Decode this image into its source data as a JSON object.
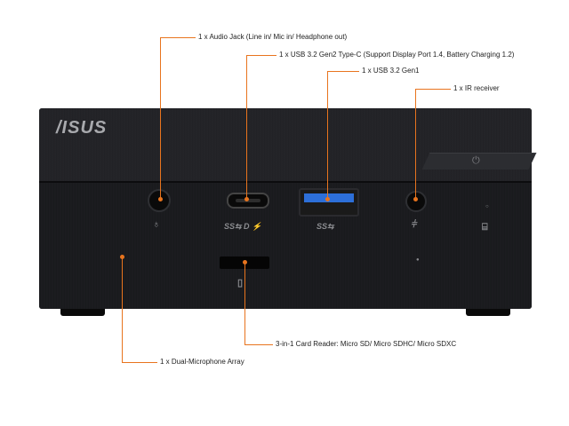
{
  "brand": "/ISUS",
  "colors": {
    "accent": "#e8741e",
    "usb_blue": "#2d6fd8",
    "chassis": "#1b1c1f"
  },
  "icons": {
    "power": "power-icon",
    "headphone": "headphone-mic-icon",
    "ss_usbc": "superspeed-usb-c-icon",
    "ss_usba": "superspeed-usb-icon",
    "ir": "ir-receiver-icon",
    "hdd": "storage-activity-icon",
    "card": "sd-card-icon"
  },
  "port_labels": {
    "usbc": "SS⇆ D ⚡",
    "usba": "SS⇆"
  },
  "callouts": {
    "audio": "1 x Audio Jack (Line in/ Mic in/ Headphone out)",
    "usbc": "1 x USB 3.2 Gen2 Type-C (Support Display Port 1.4, Battery Charging 1.2)",
    "usba": "1 x USB 3.2 Gen1",
    "ir": "1 x IR receiver",
    "card": "3-in-1 Card Reader: Micro SD/ Micro SDHC/ Micro SDXC",
    "mic": "1 x Dual-Microphone Array"
  }
}
